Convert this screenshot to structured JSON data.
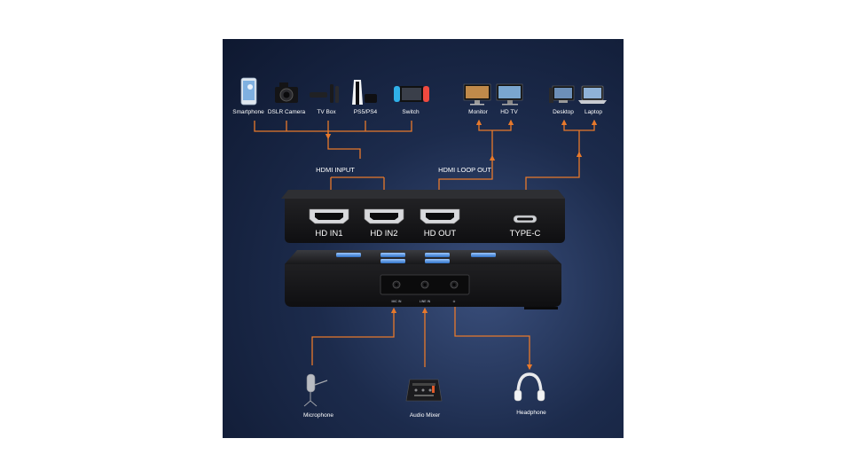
{
  "input_devices": [
    "Smartphone",
    "DSLR Camera",
    "TV Box",
    "PS5/PS4",
    "Switch"
  ],
  "output_devices": [
    "Monitor",
    "HD TV"
  ],
  "computer_devices": [
    "Desktop",
    "Laptop"
  ],
  "section_labels": {
    "hdmi_input": "HDMI INPUT",
    "hdmi_loop_out": "HDMI LOOP OUT"
  },
  "ports": {
    "in1": "HD IN1",
    "in2": "HD IN2",
    "out": "HD OUT",
    "typec": "TYPE-C"
  },
  "audio_jacks": {
    "mic": "MIC IN",
    "line": "LINE IN",
    "phones": "⊙"
  },
  "audio_devices": {
    "mic": "Microphone",
    "mixer": "Audio Mixer",
    "headphone": "Headphone"
  },
  "colors": {
    "arrow": "#e8792b",
    "device_body": "#1b1b1d",
    "background": "#1c2b4c",
    "accent_button": "#4a8fd6"
  },
  "icons": [
    "smartphone-icon",
    "camera-icon",
    "tv-box-icon",
    "game-console-icon",
    "switch-icon",
    "monitor-icon",
    "tv-icon",
    "desktop-icon",
    "laptop-icon",
    "microphone-icon",
    "audio-mixer-icon",
    "headphone-icon"
  ]
}
